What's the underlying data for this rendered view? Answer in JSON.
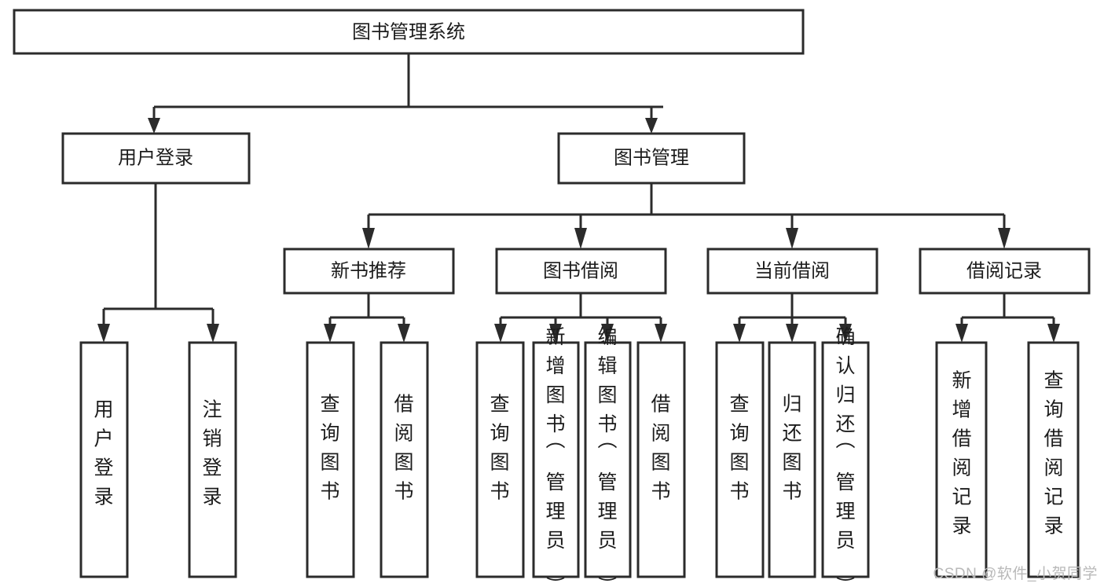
{
  "diagram": {
    "title": "图书管理系统",
    "type": "tree-hierarchy",
    "root": {
      "id": "root",
      "label": "图书管理系统",
      "orientation": "horizontal"
    },
    "level2": [
      {
        "id": "user-login",
        "label": "用户登录",
        "orientation": "horizontal"
      },
      {
        "id": "book-manage",
        "label": "图书管理",
        "orientation": "horizontal"
      }
    ],
    "level3": [
      {
        "id": "new-book-recommend",
        "label": "新书推荐",
        "orientation": "horizontal",
        "parent": "book-manage"
      },
      {
        "id": "book-borrow",
        "label": "图书借阅",
        "orientation": "horizontal",
        "parent": "book-manage"
      },
      {
        "id": "current-borrow",
        "label": "当前借阅",
        "orientation": "horizontal",
        "parent": "book-manage"
      },
      {
        "id": "borrow-record",
        "label": "借阅记录",
        "orientation": "horizontal",
        "parent": "book-manage"
      }
    ],
    "leaves": [
      {
        "id": "leaf-user-login",
        "label": "用户登录",
        "orientation": "vertical",
        "parent": "user-login"
      },
      {
        "id": "leaf-logout-login",
        "label": "注销登录",
        "orientation": "vertical",
        "parent": "user-login"
      },
      {
        "id": "leaf-query-book-1",
        "label": "查询图书",
        "orientation": "vertical",
        "parent": "new-book-recommend"
      },
      {
        "id": "leaf-borrow-book-1",
        "label": "借阅图书",
        "orientation": "vertical",
        "parent": "new-book-recommend"
      },
      {
        "id": "leaf-query-book-2",
        "label": "查询图书",
        "orientation": "vertical",
        "parent": "book-borrow"
      },
      {
        "id": "leaf-add-book",
        "label": "新增图书（管理员）",
        "orientation": "vertical",
        "parent": "book-borrow"
      },
      {
        "id": "leaf-edit-book",
        "label": "编辑图书（管理员）",
        "orientation": "vertical",
        "parent": "book-borrow"
      },
      {
        "id": "leaf-borrow-book-2",
        "label": "借阅图书",
        "orientation": "vertical",
        "parent": "book-borrow"
      },
      {
        "id": "leaf-query-book-3",
        "label": "查询图书",
        "orientation": "vertical",
        "parent": "current-borrow"
      },
      {
        "id": "leaf-return-book",
        "label": "归还图书",
        "orientation": "vertical",
        "parent": "current-borrow"
      },
      {
        "id": "leaf-confirm-return",
        "label": "确认归还（管理员）",
        "orientation": "vertical",
        "parent": "current-borrow"
      },
      {
        "id": "leaf-add-record",
        "label": "新增借阅记录",
        "orientation": "vertical",
        "parent": "borrow-record"
      },
      {
        "id": "leaf-query-record",
        "label": "查询借阅记录",
        "orientation": "vertical",
        "parent": "borrow-record"
      }
    ]
  },
  "watermark": {
    "text": "CSDN @软件_小贺同学"
  },
  "colors": {
    "stroke": "#2b2b2b",
    "box_fill": "#ffffff",
    "text": "#1c1c1c",
    "watermark": "#b9b9b9",
    "background": "#ffffff"
  }
}
